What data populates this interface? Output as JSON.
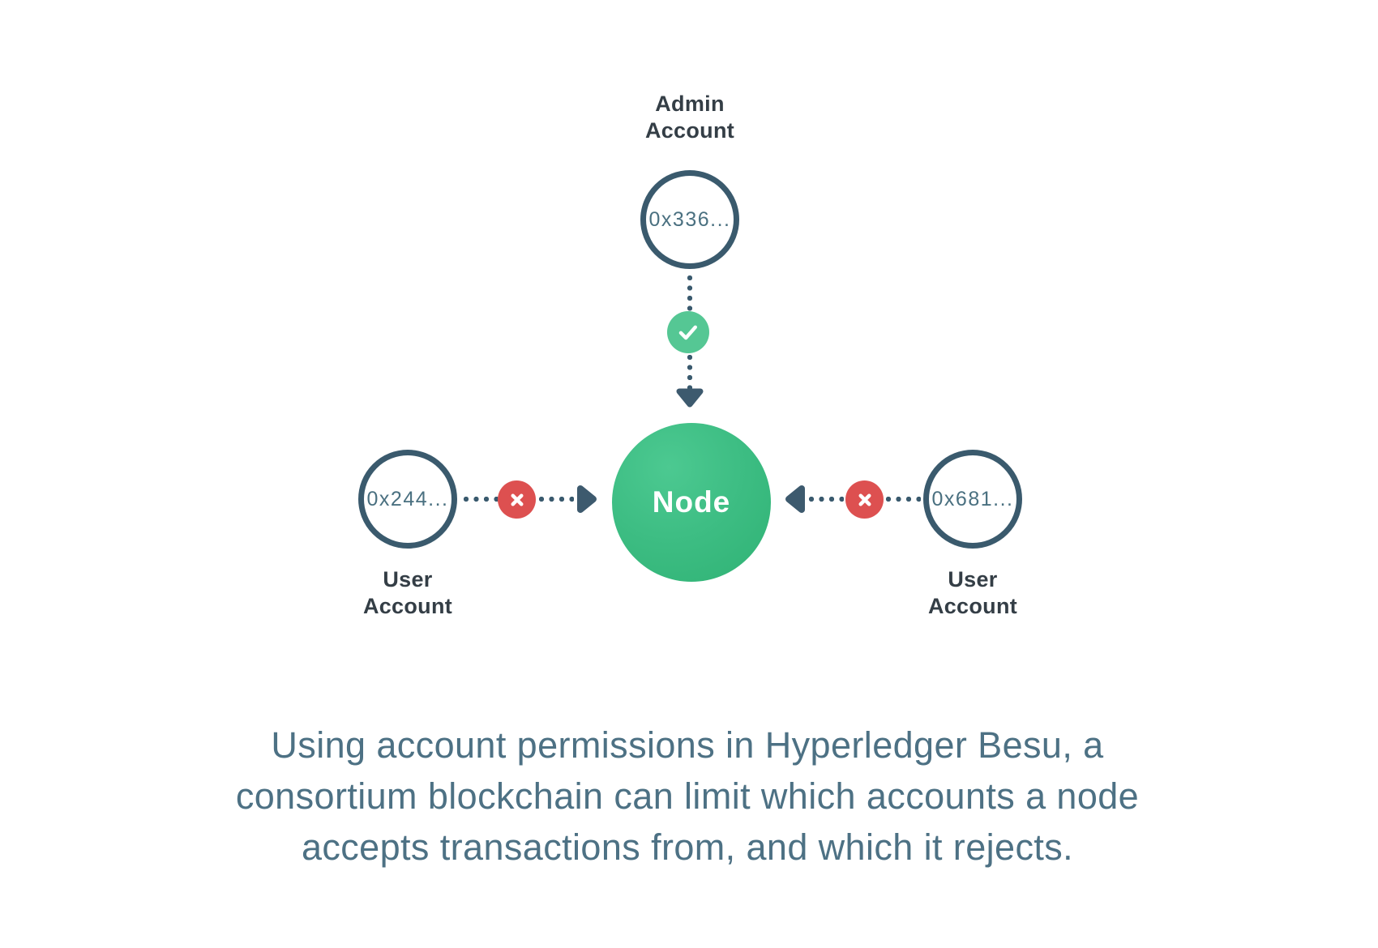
{
  "diagram": {
    "admin_account": {
      "label_line1": "Admin",
      "label_line2": "Account",
      "address": "0x336..."
    },
    "node": {
      "label": "Node"
    },
    "left_user_account": {
      "address": "0x244...",
      "label_line1": "User",
      "label_line2": "Account"
    },
    "right_user_account": {
      "address": "0x681...",
      "label_line1": "User",
      "label_line2": "Account"
    },
    "connections": [
      {
        "from": "admin-account",
        "to": "node",
        "status": "accepted",
        "icon": "check-icon"
      },
      {
        "from": "left-user-account",
        "to": "node",
        "status": "rejected",
        "icon": "x-icon"
      },
      {
        "from": "right-user-account",
        "to": "node",
        "status": "rejected",
        "icon": "x-icon"
      }
    ]
  },
  "caption": {
    "line1": "Using account permissions in Hyperledger Besu, a",
    "line2": "consortium blockchain can limit which accounts a node",
    "line3": "accepts transactions from, and which it rejects."
  },
  "colors": {
    "node_green": "#3dbd83",
    "check_green": "#55c794",
    "reject_red": "#dd5050",
    "slate_outline": "#3a5a6d",
    "label_dark": "#343e46",
    "address_slate": "#4a7080",
    "caption_slate": "#4d7184",
    "background": "#ffffff"
  }
}
